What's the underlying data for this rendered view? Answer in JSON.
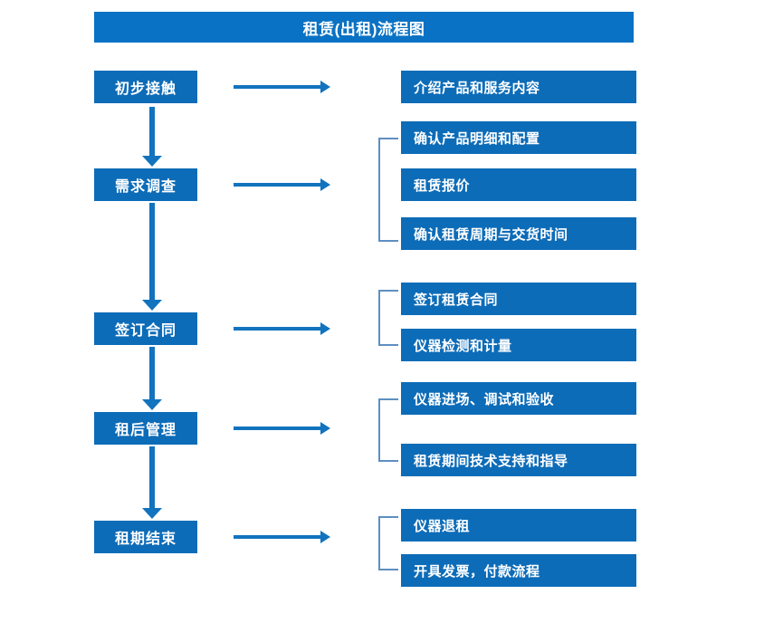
{
  "title": "租赁(出租)流程图",
  "colors": {
    "title_bar": "#0a72c4",
    "box_fill": "#0d6cb8",
    "arrow": "#1273be",
    "bracket": "#5d8fc2",
    "box_text": "#ffffff",
    "background": "#ffffff"
  },
  "stages": [
    {
      "label": "初步接触"
    },
    {
      "label": "需求调查"
    },
    {
      "label": "签订合同"
    },
    {
      "label": "租后管理"
    },
    {
      "label": "租期结束"
    }
  ],
  "details": [
    {
      "label": "介绍产品和服务内容"
    },
    {
      "label": "确认产品明细和配置"
    },
    {
      "label": "租赁报价"
    },
    {
      "label": "确认租赁周期与交货时间"
    },
    {
      "label": "签订租赁合同"
    },
    {
      "label": "仪器检测和计量"
    },
    {
      "label": "仪器进场、调试和验收"
    },
    {
      "label": "租赁期间技术支持和指导"
    },
    {
      "label": "仪器退租"
    },
    {
      "label": "开具发票，付款流程"
    }
  ],
  "groups": [
    {
      "stage": "初步接触",
      "details": [
        "介绍产品和服务内容"
      ],
      "bracketed": false
    },
    {
      "stage": "需求调查",
      "details": [
        "确认产品明细和配置",
        "租赁报价",
        "确认租赁周期与交货时间"
      ],
      "bracketed": true
    },
    {
      "stage": "签订合同",
      "details": [
        "签订租赁合同",
        "仪器检测和计量"
      ],
      "bracketed": true
    },
    {
      "stage": "租后管理",
      "details": [
        "仪器进场、调试和验收",
        "租赁期间技术支持和指导"
      ],
      "bracketed": true
    },
    {
      "stage": "租期结束",
      "details": [
        "仪器退租",
        "开具发票，付款流程"
      ],
      "bracketed": true
    }
  ]
}
